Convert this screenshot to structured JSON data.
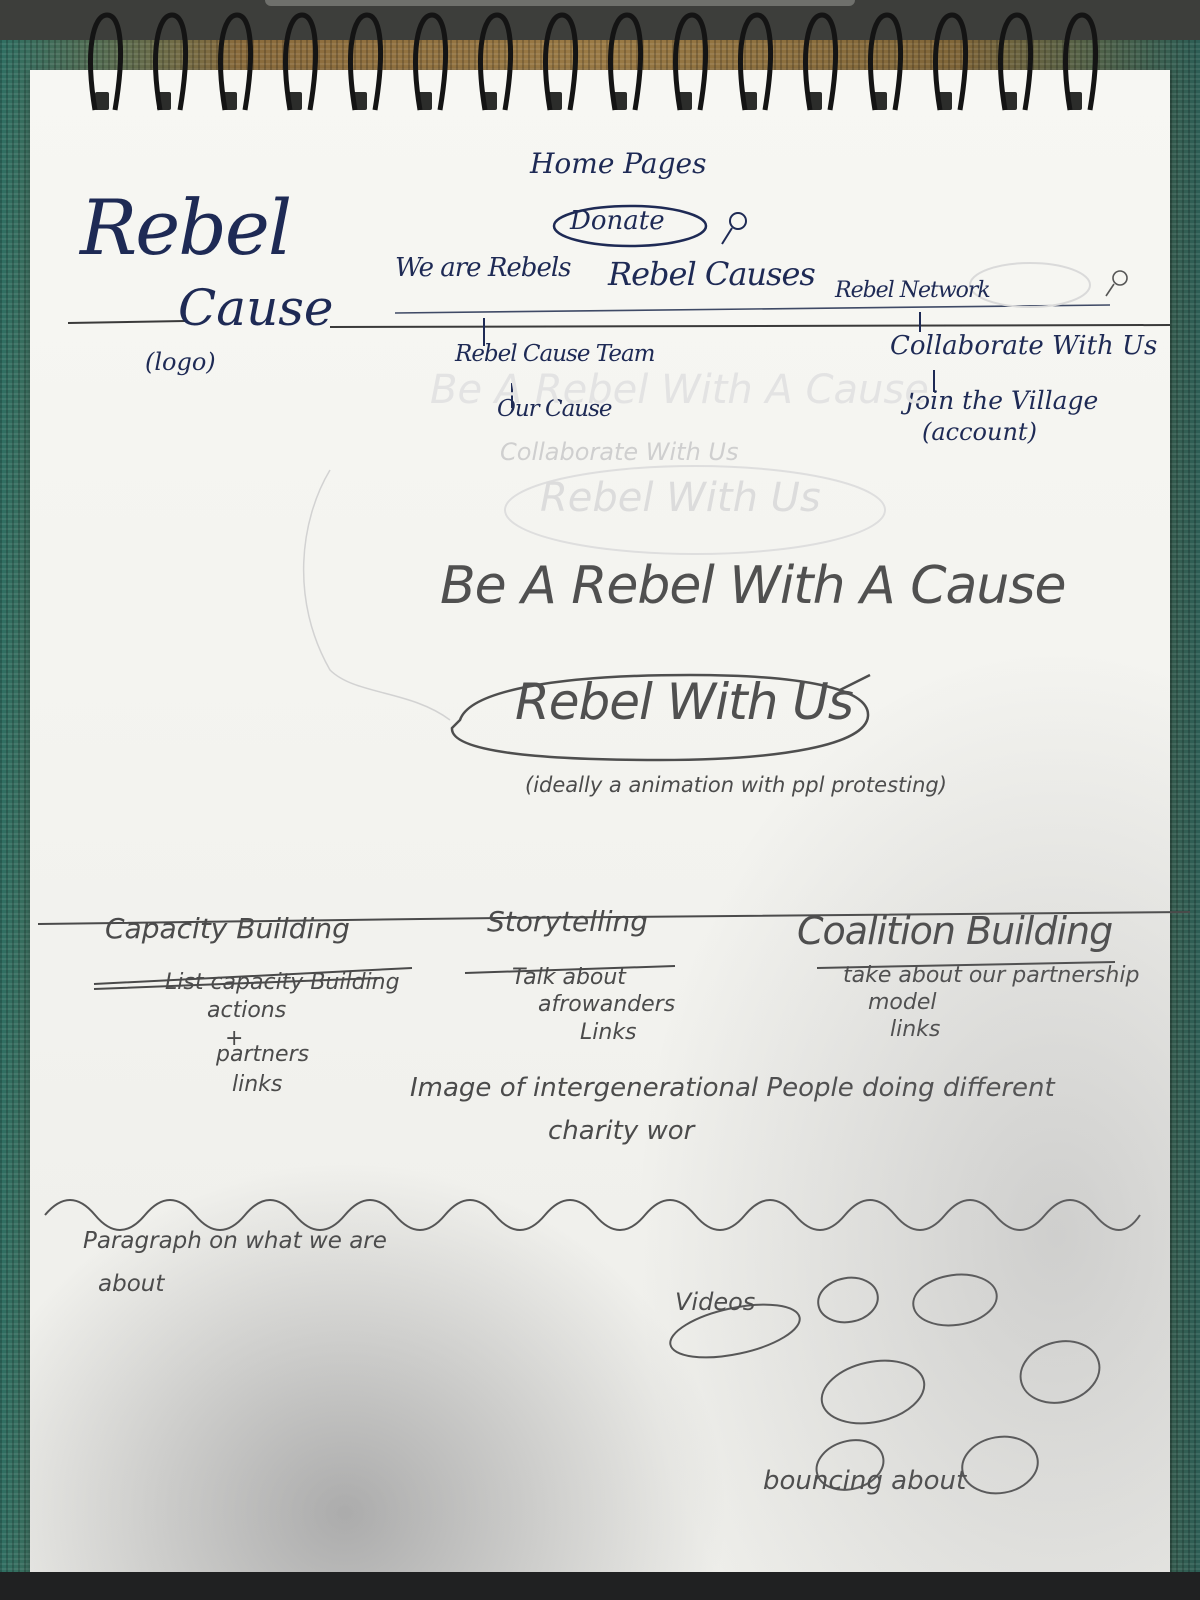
{
  "header": {
    "logo_line1": "Rebel",
    "logo_line2": "Cause",
    "logo_tag": "(logo)",
    "page_title": "Home Pages",
    "donate_label": "Donate",
    "search_icon": "magnifier-icon",
    "nav": [
      "We are Rebels",
      "Rebel Causes",
      "Rebel Network"
    ],
    "submenu_we_are_rebels": [
      "Rebel Cause Team",
      "Our Cause"
    ],
    "submenu_rebel_network": [
      "Collaborate With Us",
      "Join the Village",
      "(account)"
    ]
  },
  "erased": {
    "line1": "Be A Rebel With A Cause",
    "line2": "Collaborate With Us",
    "button": "Rebel With Us"
  },
  "hero": {
    "headline": "Be A Rebel With A Cause",
    "cta_label": "Rebel With Us",
    "note": "(ideally a animation with ppl protesting)"
  },
  "columns": {
    "capacity": {
      "title": "Capacity Building",
      "lines": [
        "List capacity Building",
        "actions",
        "+",
        "partners",
        "links"
      ]
    },
    "story": {
      "title": "Storytelling",
      "lines": [
        "Talk about",
        "afrowanders",
        "Links"
      ]
    },
    "coalition": {
      "title": "Coalition Building",
      "lines": [
        "take about our partnership",
        "model",
        "links"
      ]
    }
  },
  "image_caption": {
    "line1": "Image of intergenerational People doing different",
    "line2": "charity wor"
  },
  "about": {
    "line1": "Paragraph on what we are",
    "line2": "about"
  },
  "videos": {
    "label": "Videos",
    "note": "bouncing about"
  },
  "colors": {
    "ink": "#1e2a55",
    "pencil": "#4b4b4b",
    "paper": "#f4f4f0"
  }
}
